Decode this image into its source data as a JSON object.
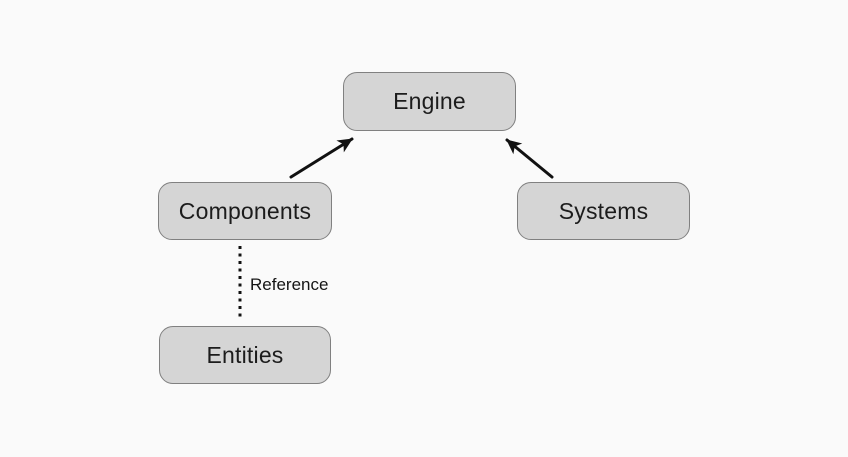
{
  "diagram": {
    "background_color": "#fafafa",
    "node_fill_color": "#d5d5d5",
    "node_border_color": "#808080",
    "node_text_color": "#1c1c1c",
    "edge_color": "#111111",
    "nodes": {
      "engine": {
        "label": "Engine"
      },
      "components": {
        "label": "Components"
      },
      "systems": {
        "label": "Systems"
      },
      "entities": {
        "label": "Entities"
      }
    },
    "edges": {
      "components_to_engine": {
        "from": "Components",
        "to": "Engine",
        "style": "solid-arrow"
      },
      "systems_to_engine": {
        "from": "Systems",
        "to": "Engine",
        "style": "solid-arrow"
      },
      "components_to_entities": {
        "from": "Components",
        "to": "Entities",
        "style": "dotted",
        "label": "Reference"
      }
    }
  }
}
